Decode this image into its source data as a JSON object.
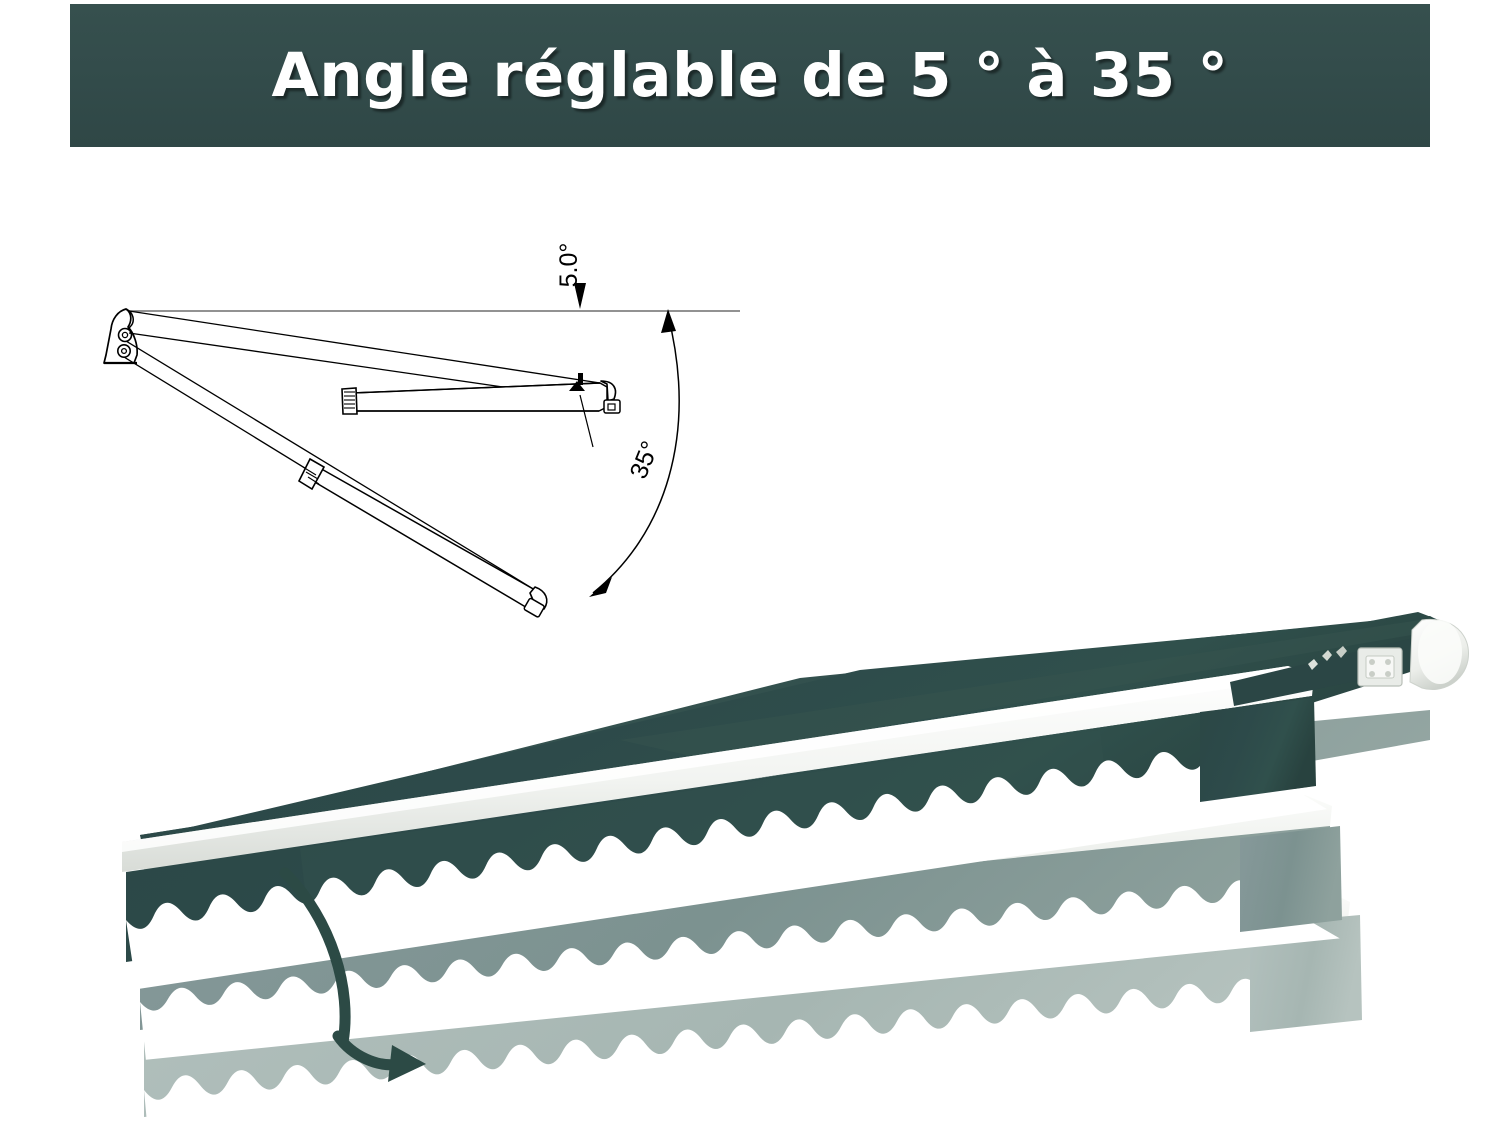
{
  "banner": {
    "title": "Angle réglable de 5 ° à 35 °",
    "background_color": "#334c4b",
    "text_color": "#ffffff"
  },
  "diagram": {
    "name": "awning-arm-angle-diagram",
    "reference_line_label": "horizontal-reference",
    "labels": {
      "min_angle": "5.0°",
      "max_angle": "35°"
    },
    "parts": {
      "pivot_bracket": "wall-pivot-bracket",
      "upper_arm": "folding-arm-minimum-pitch",
      "lower_arm": "folding-arm-maximum-pitch",
      "arc": "angle-sweep-arc"
    }
  },
  "product": {
    "name": "retractable-patio-awning",
    "colors": {
      "canopy_green": "#2d4a4a",
      "canopy_green_shade": "#35524f",
      "ghost_mid": "#7d9390",
      "ghost_light": "#aabab6",
      "frame_white": "#f6f7f5",
      "frame_white_shade": "#dfe2de",
      "arrow_green": "#2c4a45"
    },
    "elements": {
      "canopy": "fabric-canopy",
      "front_bar": "front-profile-bar",
      "valance": "scalloped-valance",
      "cassette": "cassette-end-cap",
      "bracket": "wall-mount-bracket",
      "arms": "folding-arms",
      "motion_arrow": "tilt-direction-arrow",
      "ghost_position_1": "tilt-position-intermediate",
      "ghost_position_2": "tilt-position-maximum"
    }
  }
}
